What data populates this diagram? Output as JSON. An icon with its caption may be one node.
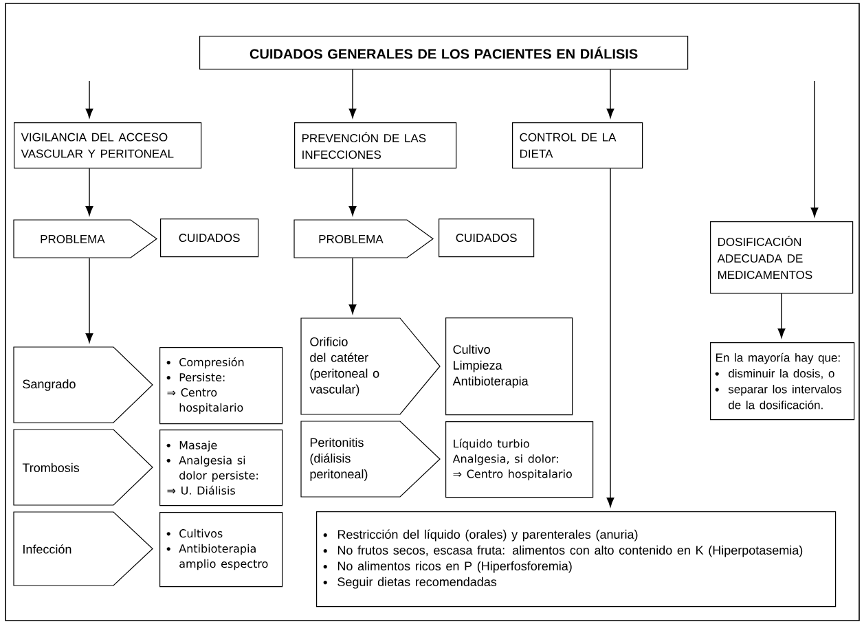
{
  "diagram": {
    "nodes": [
      {
        "text": [
          "CUIDADOS GENERALES DE LOS PACIENTES EN DIÁLISIS"
        ]
      },
      {
        "text": [
          "VIGILANCIA DEL ACCESO VASCULAR Y PERITONEAL"
        ]
      },
      {
        "text": [
          "PREVENCIÓN DE LAS INFECCIONES"
        ]
      },
      {
        "text": [
          "CONTROL DE LA DIETA"
        ]
      },
      {
        "text": [
          "DOSIFICACIÓN ADECUADA DE MEDICAMENTOS"
        ]
      },
      {
        "text": [
          "PROBLEMA"
        ]
      },
      {
        "text": [
          "CUIDADOS"
        ]
      },
      {
        "text": [
          "PROBLEMA"
        ]
      },
      {
        "text": [
          "CUIDADOS"
        ]
      },
      {
        "text": [
          "Sangrado"
        ]
      },
      {
        "text": [
          "Compresión",
          "Persiste:",
          "⇒ Centro hospitalario"
        ]
      },
      {
        "text": [
          "Trombosis"
        ]
      },
      {
        "text": [
          "Masaje",
          "Analgesia si dolor persiste:",
          "⇒ U. Diálisis"
        ]
      },
      {
        "text": [
          "Infección"
        ]
      },
      {
        "text": [
          "Cultivos",
          "Antibioterapia amplio espectro"
        ]
      },
      {
        "text": [
          "Orificio del catéter (peritoneal o vascular)"
        ]
      },
      {
        "text": [
          "Cultivo",
          "Limpieza",
          "Antibioterapia"
        ]
      },
      {
        "text": [
          "Peritonitis (diálisis peritoneal)"
        ]
      },
      {
        "text": [
          "Líquido turbio",
          "Analgesia, si dolor:",
          "⇒ Centro hospitalario"
        ]
      },
      {
        "text": [
          "En la mayoría hay que:",
          "disminuir la dosis, o",
          "separar los intervalos de la dosificación."
        ]
      },
      {
        "text": [
          "Restricción del líquido (orales) y parenterales (anuria)",
          "No frutos secos, escasa fruta: alimentos con alto contenido en K (Hiperpotasemia)",
          "No alimentos ricos en P (Hiperfosforemia)",
          "Seguir dietas recomendadas"
        ]
      }
    ],
    "edges": [
      {
        "from": null,
        "to": 1,
        "arrow": "to"
      },
      {
        "from": 0,
        "to": 2,
        "arrow": "to"
      },
      {
        "from": 0,
        "to": 3,
        "arrow": "to"
      },
      {
        "from": null,
        "to": 4,
        "arrow": "to"
      },
      {
        "from": 1,
        "to": 5,
        "arrow": "to"
      },
      {
        "from": 5,
        "to": 9,
        "arrow": "to"
      },
      {
        "from": 2,
        "to": 7,
        "arrow": "to"
      },
      {
        "from": 7,
        "to": 15,
        "arrow": "to"
      },
      {
        "from": 3,
        "to": 20,
        "arrow": "to"
      },
      {
        "from": 4,
        "to": 19,
        "arrow": "to"
      }
    ]
  }
}
